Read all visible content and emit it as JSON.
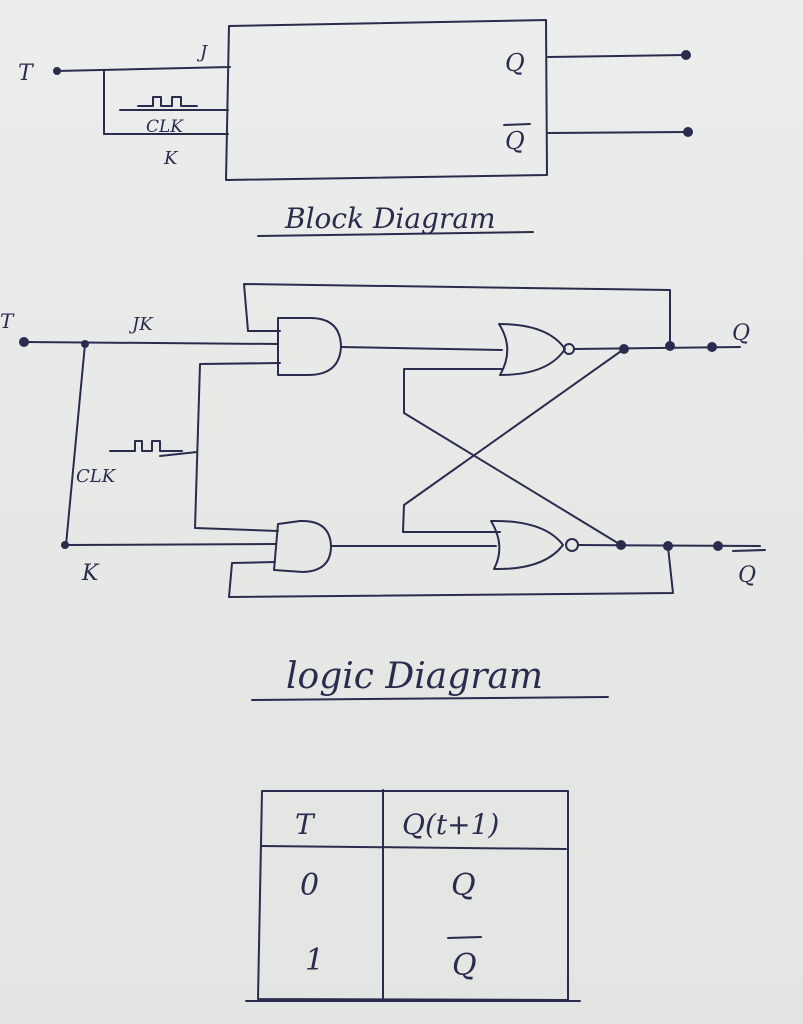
{
  "block_diagram": {
    "title": "Block Diagram",
    "input_label": "T",
    "j_label": "J",
    "clock_label": "CLK",
    "k_label": "K",
    "q_label": "Q",
    "qbar_label": "Q"
  },
  "logic_diagram": {
    "title": "logic Diagram",
    "input_label": "T",
    "jk_label": "JK",
    "clock_label": "CLK",
    "k_label": "K",
    "q_label": "Q",
    "qbar_label": "Q"
  },
  "truth_table": {
    "headers": [
      "T",
      "Q(t+1)"
    ],
    "rows": [
      {
        "t": "0",
        "q": "Q"
      },
      {
        "t": "1",
        "q": "Q"
      }
    ]
  },
  "ink_color": "#2a2c4e"
}
